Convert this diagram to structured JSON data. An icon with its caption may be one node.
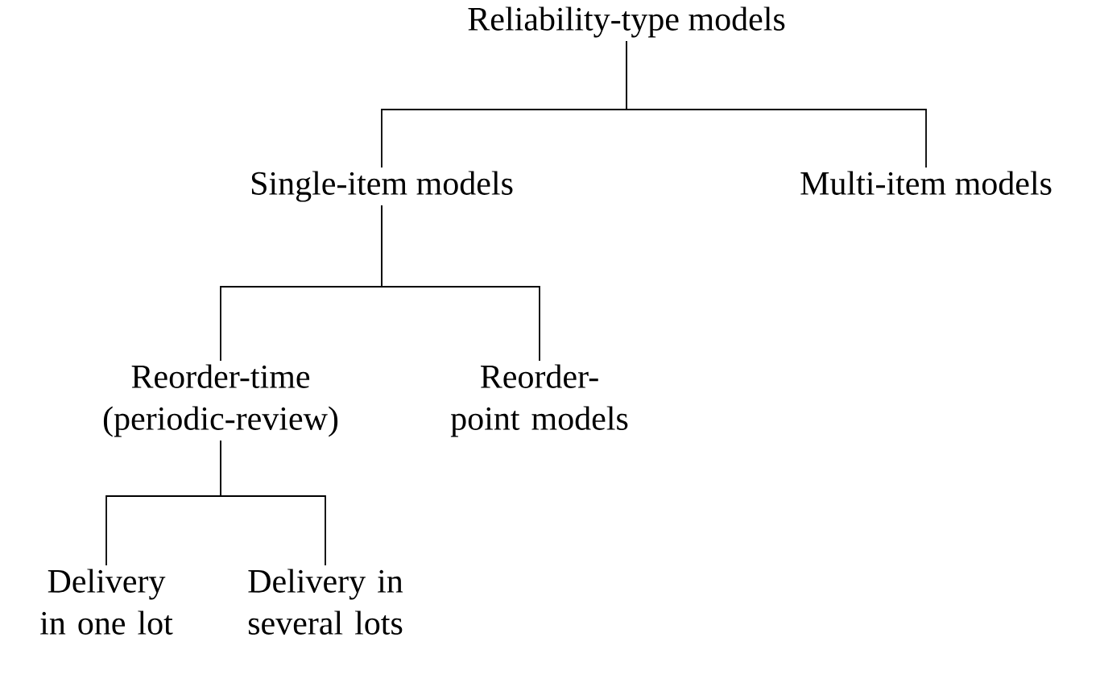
{
  "diagram": {
    "nodes": [
      {
        "text": [
          "Reliability-type models"
        ]
      },
      {
        "text": [
          "Single-item models"
        ]
      },
      {
        "text": [
          "Multi-item models"
        ]
      },
      {
        "text": [
          "Reorder-time (periodic-review)"
        ]
      },
      {
        "text": [
          "Reorder-point models"
        ]
      },
      {
        "text": [
          "Delivery in one lot"
        ]
      },
      {
        "text": [
          "Delivery in several lots"
        ]
      }
    ],
    "edges": [
      {
        "from": 0,
        "to": 1,
        "arrow": "none"
      },
      {
        "from": 0,
        "to": 2,
        "arrow": "none"
      },
      {
        "from": 1,
        "to": 3,
        "arrow": "none"
      },
      {
        "from": 1,
        "to": 4,
        "arrow": "none"
      },
      {
        "from": 3,
        "to": 5,
        "arrow": "none"
      },
      {
        "from": 3,
        "to": 6,
        "arrow": "none"
      }
    ]
  }
}
